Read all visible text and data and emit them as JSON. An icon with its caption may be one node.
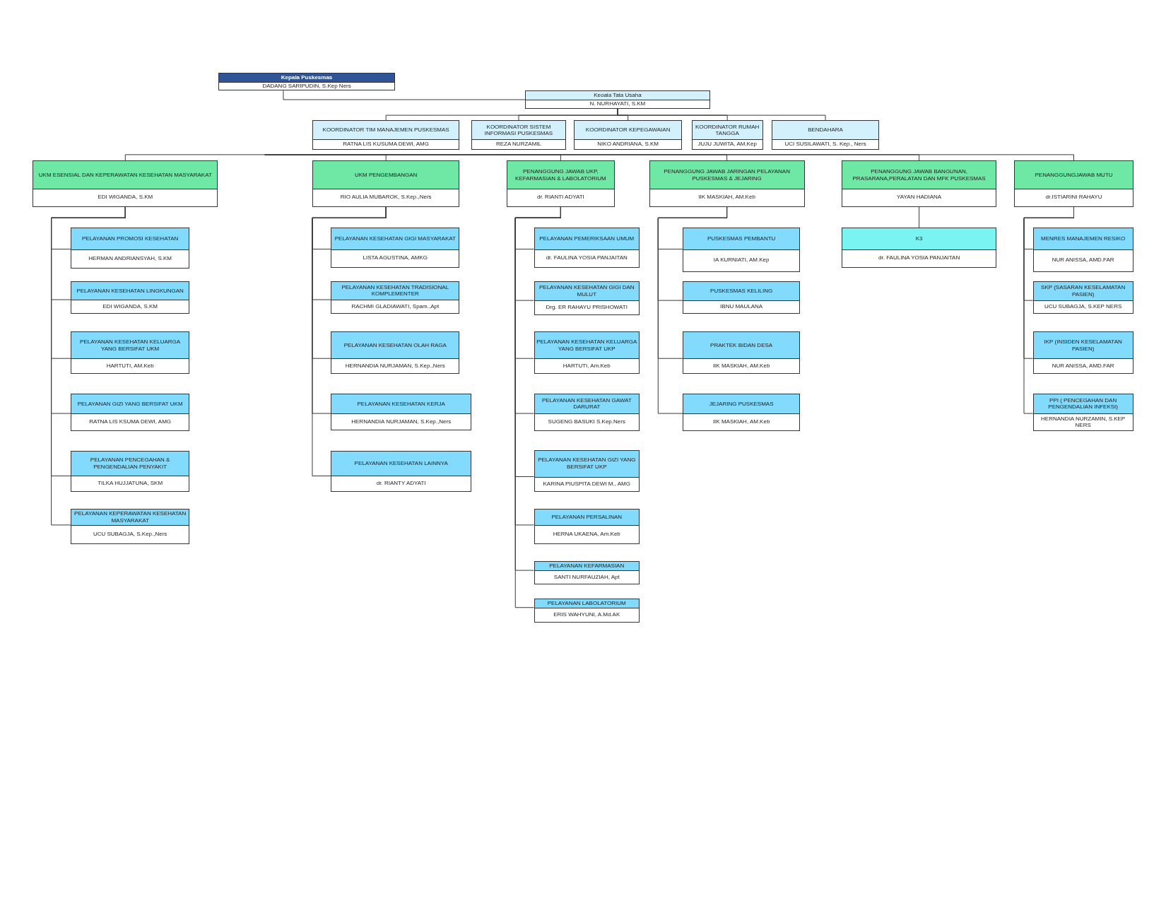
{
  "diagram": {
    "nodes": [
      {
        "text": [
          "Kepala Puskesmas",
          "DADANG SARIPUDIN, S.Kep Ners"
        ]
      },
      {
        "text": [
          "Keoala Tata Usaha",
          "N.  NURHAYATI, S.KM"
        ]
      },
      {
        "text": [
          "KOORDINATOR TIM MANAJEMEN PUSKESMAS",
          "RATNA LIS KUSUMA DEWI, AMG"
        ]
      },
      {
        "text": [
          "KOORDINATOR SISTEM INFORMASI PUSKESMAS",
          "REZA NURZAMIL"
        ]
      },
      {
        "text": [
          "KOORDINATOR KEPEGAWAIAN",
          "NIKO ANDRIANA, S.KM"
        ]
      },
      {
        "text": [
          "KOORDINATOR RUMAH TANGGA",
          "JUJU JUWITA, AM.Kep"
        ]
      },
      {
        "text": [
          "BENDAHARA",
          "UCI SUSILAWATI, S. Kep., Ners"
        ]
      },
      {
        "text": [
          "UKM ESENSIAL DAN KEPERAWATAN KESEHATAN MASYARAKAT",
          "EDI WIGANDA, S.KM"
        ]
      },
      {
        "text": [
          "UKM PENGEMBANGAN",
          "RIO AULIA MUBAROK, S.Kep.,Ners"
        ]
      },
      {
        "text": [
          "PENANGGUNG JAWAB UKP, KEFARMASIAN & LABOLATORIUM",
          "dr. RIANTI ADYATI"
        ]
      },
      {
        "text": [
          "PENANGGUNG JAWAB JARINGAN PELAYANAN PUSKESMAS & JEJARING",
          "IIK MASKIAH, AM.Keb"
        ]
      },
      {
        "text": [
          "PENANGGUNG JAWAB BANGUNAN, PRASARANA,PERALATAN DAN MFK PUSKESMAS",
          "YAYAN HADIANA"
        ]
      },
      {
        "text": [
          "PENANGGUNGJAWAB MUTU",
          "dr.ISTIARINI RAHAYU"
        ]
      },
      {
        "text": [
          "PELAYANAN PROMOSI KESEHATAN",
          "HERMAN ANDRIANSYAH, S.KM"
        ]
      },
      {
        "text": [
          "PELAYANAN KESEHATAN LINGKUNGAN",
          "EDI WIGANDA, S.KM"
        ]
      },
      {
        "text": [
          "PELAYANAN KESEHATAN KELUARGA YANG BERSIFAT UKM",
          "HARTUTI, AM.Keb"
        ]
      },
      {
        "text": [
          "PELAYANAN GIZI YANG BERSIFAT UKM",
          "RATNA LIS KSUMA DEWI, AMG"
        ]
      },
      {
        "text": [
          "PELAYANAN PENCEGAHAN & PENGENDALIAN PENYAKIT",
          "TILKA HUJJATUNA, SKM"
        ]
      },
      {
        "text": [
          "PELAYANAN KEPERAWATAN KESEHATAN MASYARAKAT",
          "UCU SUBAGJA, S.Kep.,Ners"
        ]
      },
      {
        "text": [
          "PELAYANAN KESEHATAN GIGI MASYARAKAT",
          "LISTA AGUSTINA, AMKG"
        ]
      },
      {
        "text": [
          "PELAYANAN KESEHATAN TRADISIONAL KOMPLEMENTER",
          "RACHMI GLADIAWATI, Spam.,Apt"
        ]
      },
      {
        "text": [
          "PELAYANAN KESEHATAN OLAH RAGA",
          "HERNANDIA NURJAMAN, S.Kep.,Ners"
        ]
      },
      {
        "text": [
          "PELAYANAN KESEHATAN KERJA",
          "HERNANDIA NURJAMAN, S.Kep.,Ners"
        ]
      },
      {
        "text": [
          "PELAYANAN KESEHATAN LAINNYA",
          "dr. RIANTY ADYATI"
        ]
      },
      {
        "text": [
          "PELAYANAN PEMERIKSAAN UMUM",
          "dr. FAULINA YOSIA PANJAITAN"
        ]
      },
      {
        "text": [
          "PELAYANAN KESEHATAN GIGI DAN MULUT",
          "Drg. ER RAHAYU PRISHOWATI"
        ]
      },
      {
        "text": [
          "PELAYANAN KESEHATAN KELUARGA YANG BERSIFAT UKP",
          "HARTUTI, Am.Keb"
        ]
      },
      {
        "text": [
          "PELAYANAN KESEHATAN GAWAT DARURAT",
          "SUGENG BASUKI S.Kep.Ners"
        ]
      },
      {
        "text": [
          "PELAYANAN KESEHATAN GIZI YANG BERSIFAT UKP",
          "KARINA PIUSPITA DEWI M., AMG"
        ]
      },
      {
        "text": [
          "PELAYANAN PERSALINAN",
          "HERNA UKAENA, Am.Keb"
        ]
      },
      {
        "text": [
          "PELAYANAN KEFARMASIAN",
          "SANTI NURFAUZIAH, Apt"
        ]
      },
      {
        "text": [
          "PELAYANAN LABOLATORIUM",
          "ERIS WAHYUNI, A.Md.AK"
        ]
      },
      {
        "text": [
          "PUSKESMAS PEMBANTU",
          "IA KURNIATI, AM.Kep"
        ]
      },
      {
        "text": [
          "PUSKESMAS KELILING",
          "IBNU MAULANA"
        ]
      },
      {
        "text": [
          "PRAKTEK BIDAN DESA",
          "IIK MASKIAH, AM.Keb"
        ]
      },
      {
        "text": [
          "JEJARING PUSKESMAS",
          "IIK MASKIAH, AM.Keb"
        ]
      },
      {
        "text": [
          "K3",
          "dr. FAULINA YOSIA PANJAITAN"
        ]
      },
      {
        "text": [
          "MENRES MANAJEMEN RESIKO",
          "NUR ANISSA, AMD.FAR"
        ]
      },
      {
        "text": [
          "SKP (SASARAN KESELAMATAN PASIEN)",
          "UCU SUBAGJA, S.KEP NERS"
        ]
      },
      {
        "text": [
          "IKP (INSIDEN KESELAMATAN PASIEN)",
          "NUR ANISSA, AMD.FAR"
        ]
      },
      {
        "text": [
          "PPI ( PENCEGAHAN DAN PENGENDALIAN INFEKSI)",
          "HERNANDIA NURZAMIN, S.KEP NERS"
        ]
      }
    ],
    "edges": [
      {
        "from": 0,
        "to": 1,
        "arrow": "none"
      },
      {
        "from": 1,
        "to": 2,
        "arrow": "none"
      },
      {
        "from": 1,
        "to": 3,
        "arrow": "none"
      },
      {
        "from": 1,
        "to": 4,
        "arrow": "none"
      },
      {
        "from": 1,
        "to": 5,
        "arrow": "none"
      },
      {
        "from": 1,
        "to": 6,
        "arrow": "none"
      },
      {
        "from": null,
        "to": 7,
        "arrow": "none"
      },
      {
        "from": null,
        "to": 8,
        "arrow": "none"
      },
      {
        "from": null,
        "to": 9,
        "arrow": "none"
      },
      {
        "from": null,
        "to": 10,
        "arrow": "none"
      },
      {
        "from": null,
        "to": 11,
        "arrow": "none"
      },
      {
        "from": null,
        "to": 12,
        "arrow": "none"
      },
      {
        "from": 7,
        "to": 13,
        "arrow": "none"
      },
      {
        "from": 7,
        "to": 14,
        "arrow": "none"
      },
      {
        "from": 7,
        "to": 15,
        "arrow": "none"
      },
      {
        "from": 7,
        "to": 16,
        "arrow": "none"
      },
      {
        "from": 7,
        "to": 17,
        "arrow": "none"
      },
      {
        "from": 7,
        "to": 18,
        "arrow": "none"
      },
      {
        "from": 8,
        "to": 19,
        "arrow": "none"
      },
      {
        "from": 8,
        "to": 20,
        "arrow": "none"
      },
      {
        "from": 8,
        "to": 21,
        "arrow": "none"
      },
      {
        "from": 8,
        "to": 22,
        "arrow": "none"
      },
      {
        "from": 8,
        "to": 23,
        "arrow": "none"
      },
      {
        "from": 9,
        "to": 24,
        "arrow": "none"
      },
      {
        "from": 9,
        "to": 25,
        "arrow": "none"
      },
      {
        "from": 9,
        "to": 26,
        "arrow": "none"
      },
      {
        "from": 9,
        "to": 27,
        "arrow": "none"
      },
      {
        "from": 9,
        "to": 28,
        "arrow": "none"
      },
      {
        "from": 9,
        "to": 29,
        "arrow": "none"
      },
      {
        "from": 9,
        "to": 30,
        "arrow": "none"
      },
      {
        "from": 9,
        "to": 31,
        "arrow": "none"
      },
      {
        "from": 10,
        "to": 32,
        "arrow": "none"
      },
      {
        "from": 10,
        "to": 33,
        "arrow": "none"
      },
      {
        "from": 10,
        "to": 34,
        "arrow": "none"
      },
      {
        "from": 10,
        "to": 35,
        "arrow": "none"
      },
      {
        "from": 11,
        "to": 36,
        "arrow": "none"
      },
      {
        "from": 12,
        "to": 37,
        "arrow": "none"
      },
      {
        "from": 12,
        "to": 38,
        "arrow": "none"
      },
      {
        "from": 12,
        "to": 39,
        "arrow": "none"
      },
      {
        "from": 12,
        "to": 40,
        "arrow": "none"
      }
    ]
  }
}
